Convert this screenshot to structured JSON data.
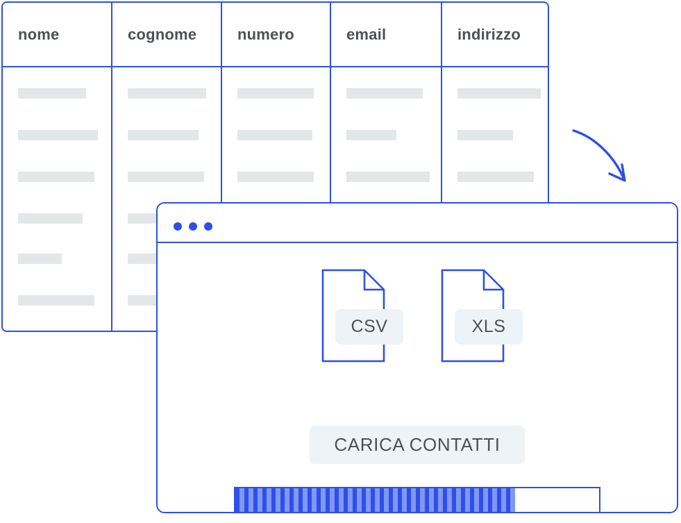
{
  "table": {
    "columns": [
      {
        "header": "nome"
      },
      {
        "header": "cognome"
      },
      {
        "header": "numero"
      },
      {
        "header": "email"
      },
      {
        "header": "indirizzo"
      }
    ],
    "placeholder_rows": 6,
    "placeholder_bar_widths": [
      [
        98,
        115,
        110,
        93,
        63,
        110
      ],
      [
        113,
        102,
        110,
        82,
        82,
        82
      ],
      [
        110,
        108,
        110,
        0,
        0,
        0
      ],
      [
        110,
        72,
        120,
        0,
        0,
        0
      ],
      [
        120,
        80,
        110,
        0,
        0,
        0
      ]
    ],
    "row_offsets_y": [
      30,
      90,
      150,
      210,
      268,
      328
    ]
  },
  "arrow": {
    "name": "curved-arrow",
    "color": "#2e4fe8"
  },
  "window": {
    "dots": [
      "dot-1",
      "dot-2",
      "dot-3"
    ],
    "dot_color": "#2e4fe8",
    "file_types": [
      {
        "label": "CSV"
      },
      {
        "label": "XLS"
      }
    ],
    "upload_button_label": "CARICA CONTATTI",
    "progress": {
      "percent": 77,
      "fill_color": "#2e4fe8",
      "stripe_color": "#8097f2",
      "track_color": "#ffffff"
    }
  },
  "colors": {
    "accent_blue": "#2e4fe8",
    "placeholder_gray": "#e4e7e8",
    "badge_bg": "#edf3f6",
    "text_dark": "#4c5155"
  }
}
